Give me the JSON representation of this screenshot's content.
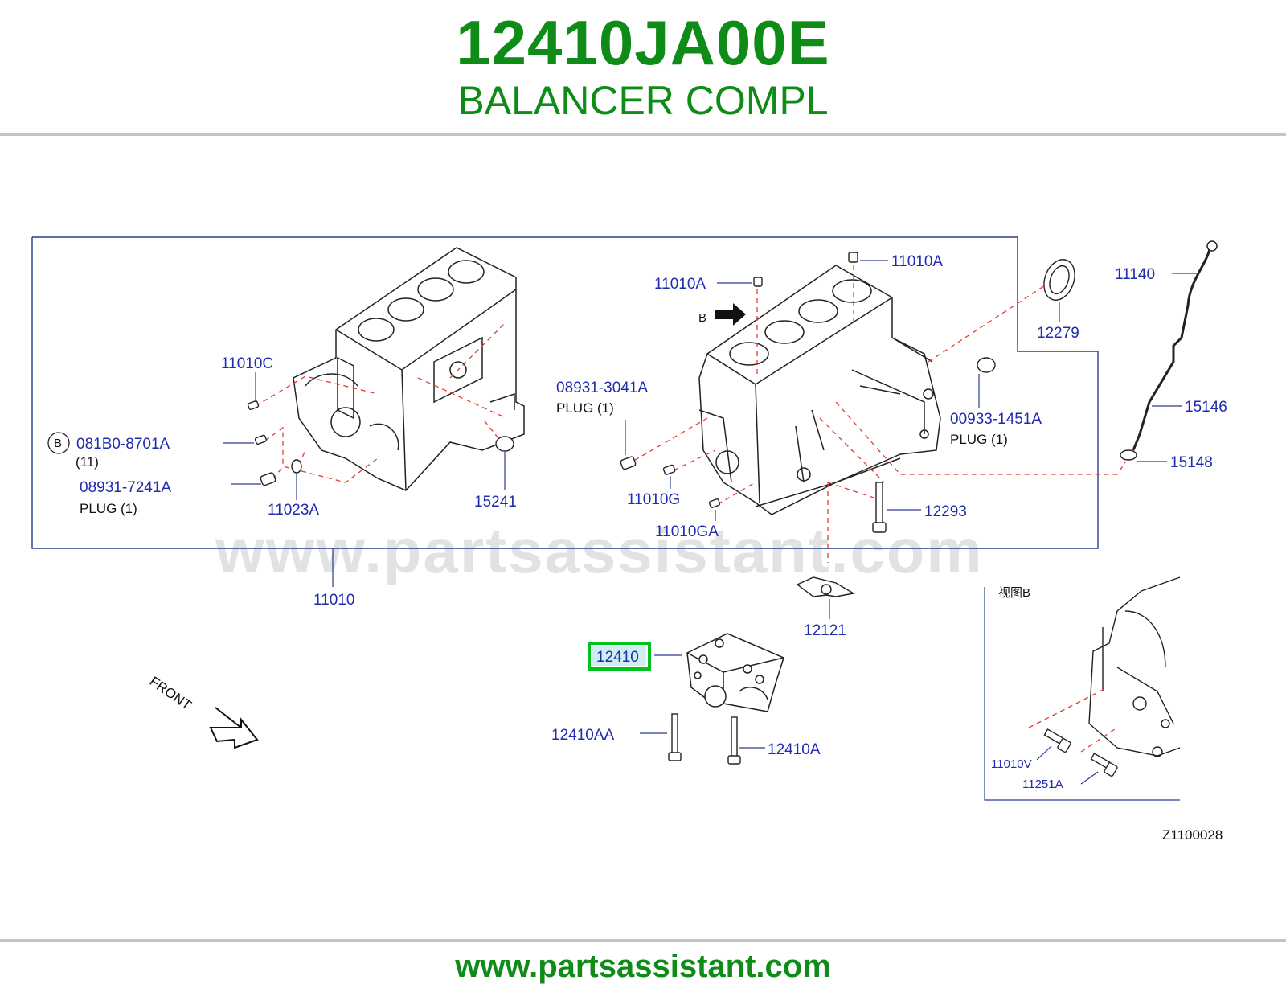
{
  "header": {
    "part_number": "12410JA00E",
    "part_name": "BALANCER COMPL"
  },
  "footer": {
    "url": "www.partsassistant.com"
  },
  "watermark": "www.partsassistant.com",
  "diagram_code": "Z1100028",
  "view_b_label": "视图B",
  "b_marker": "B",
  "front_label": "FRONT",
  "highlight_color": "#00c21a",
  "brand_color": "#0e8c17",
  "label_color": "#1f2bb0",
  "callouts": {
    "c11010C": "11010C",
    "c081B0": "081B0-8701A",
    "c081B0_qty": "(11)",
    "c08931_7241": "08931-7241A",
    "c08931_7241_desc": "PLUG  (1)",
    "c11023A": "11023A",
    "c15241": "15241",
    "c11010": "11010",
    "c08931_3041": "08931-3041A",
    "c08931_3041_desc": "PLUG  (1)",
    "c11010A_1": "11010A",
    "c11010A_2": "11010A",
    "c12279": "12279",
    "c11140": "11140",
    "c00933": "00933-1451A",
    "c00933_desc": "PLUG  (1)",
    "c15146": "15146",
    "c15148": "15148",
    "c11010G": "11010G",
    "c11010GA": "11010GA",
    "c12293": "12293",
    "c12121": "12121",
    "c12410": "12410",
    "c12410AA": "12410AA",
    "c12410A": "12410A",
    "c11010V": "11010V",
    "c11251A": "11251A"
  }
}
